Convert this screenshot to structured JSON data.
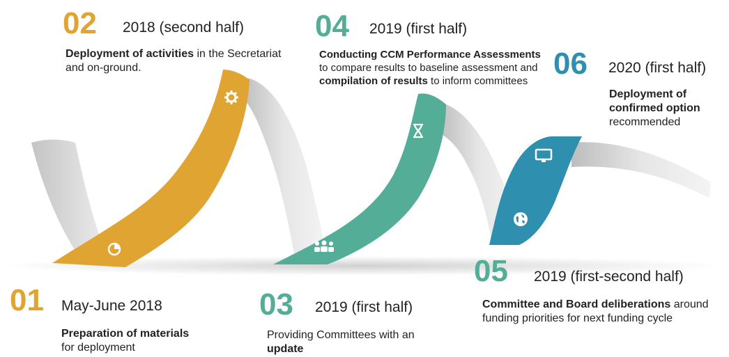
{
  "colors": {
    "orange": "#E0A432",
    "teal": "#54AE97",
    "blue": "#2E8FAE",
    "gray": "#D9D9D9"
  },
  "steps": [
    {
      "num": "01",
      "period": "May-June 2018",
      "desc_bold": "Preparation of materials",
      "desc_rest": "for deployment",
      "icon": "pie-chart-icon"
    },
    {
      "num": "02",
      "period": "2018 (second half)",
      "desc_bold": "Deployment of activities",
      "desc_rest": " in the Secretariat and on-ground.",
      "icon": "gear-icon"
    },
    {
      "num": "03",
      "period": "2019 (first half)",
      "desc_pre": "Providing Committees with an ",
      "desc_bold": "update",
      "icon": "people-icon"
    },
    {
      "num": "04",
      "period": "2019 (first half)",
      "desc_bold": "Conducting CCM Performance Assessments",
      "desc_mid": " to compare results to baseline assessment and ",
      "desc_bold2": "compilation of results",
      "desc_rest": " to inform committees",
      "icon": "hourglass-icon"
    },
    {
      "num": "05",
      "period": "2019 (first-second half)",
      "desc_bold": "Committee and Board deliberations",
      "desc_rest": " around funding priorities for next funding cycle",
      "icon": "globe-icon"
    },
    {
      "num": "06",
      "period": "2020 (first half)",
      "desc_bold": "Deployment of confirmed option",
      "desc_rest": " recommended",
      "icon": "monitor-icon"
    }
  ]
}
